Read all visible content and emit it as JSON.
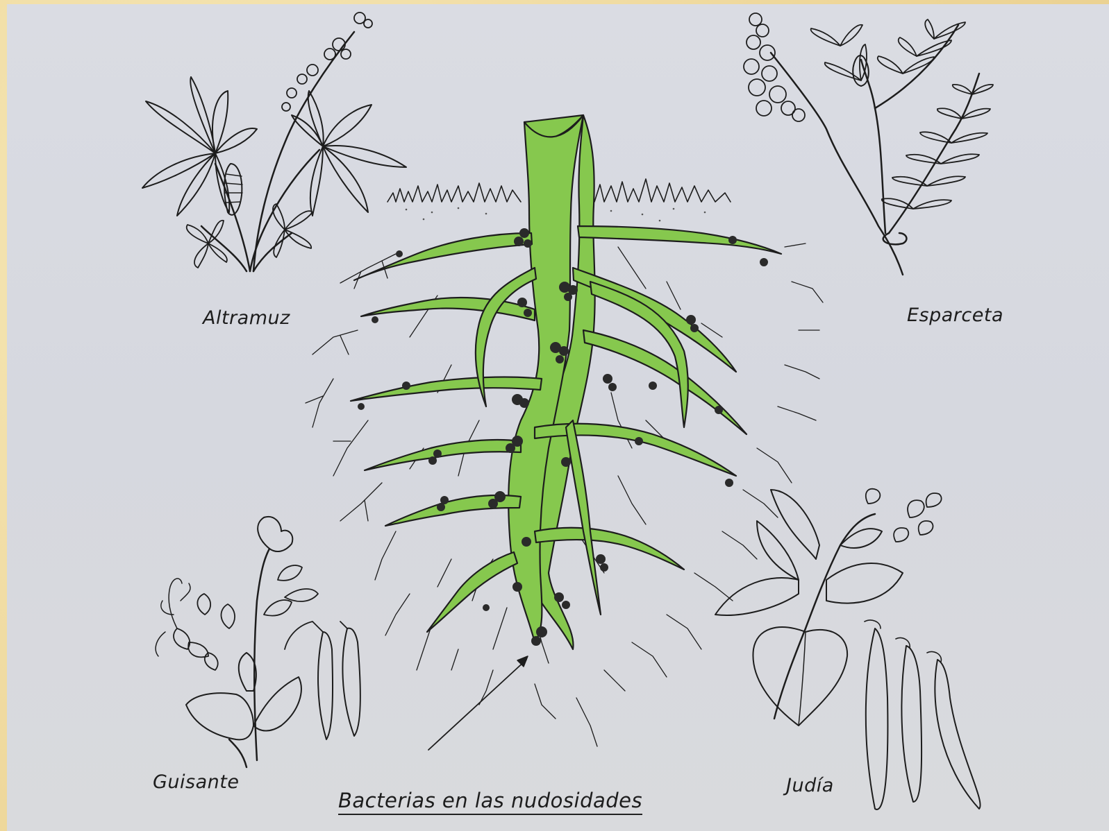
{
  "labels": {
    "altramuz": "Altramuz",
    "esparceta": "Esparceta",
    "guisante": "Guisante",
    "judia": "Judía",
    "bacterias": "Bacterias en las nudosidades"
  },
  "colors": {
    "page": "#d8dae0",
    "frame": "#eed79a",
    "root_fill": "#86c84e",
    "ink": "#1d1d1d",
    "nodule": "#2a2a2a"
  },
  "icons": [
    "lupin-plant-icon",
    "sainfoin-plant-icon",
    "pea-plant-icon",
    "bean-plant-icon",
    "root-system-icon"
  ]
}
